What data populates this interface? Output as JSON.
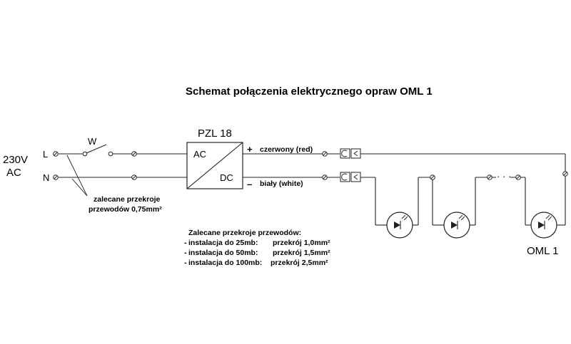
{
  "title": "Schemat połączenia elektrycznego opraw OML 1",
  "supply": {
    "voltage": "230V",
    "type": "AC",
    "line_label": "L",
    "neutral_label": "N"
  },
  "switch_label": "W",
  "driver": {
    "name": "PZL 18",
    "input_label": "AC",
    "output_label": "DC"
  },
  "outputs": {
    "plus_symbol": "+",
    "minus_symbol": "–",
    "red_wire_label": "czerwony (red)",
    "white_wire_label": "biały (white)"
  },
  "input_wire_note": {
    "line1": "zalecane przekroje",
    "line2": "przewodów 0,75mm²"
  },
  "continuation_dots": "· · ·",
  "fixture_label": "OML 1",
  "recommendations": {
    "heading": "Zalecane przekroje przewodów:",
    "items": [
      {
        "bullet": "-",
        "install": "instalacja do 25mb:",
        "section": "przekrój 1,0mm²"
      },
      {
        "bullet": "-",
        "install": "instalacja do 50mb:",
        "section": "przekrój 1,5mm²"
      },
      {
        "bullet": "-",
        "install": "instalacja do 100mb:",
        "section": "przekrój 2,5mm²"
      }
    ]
  }
}
